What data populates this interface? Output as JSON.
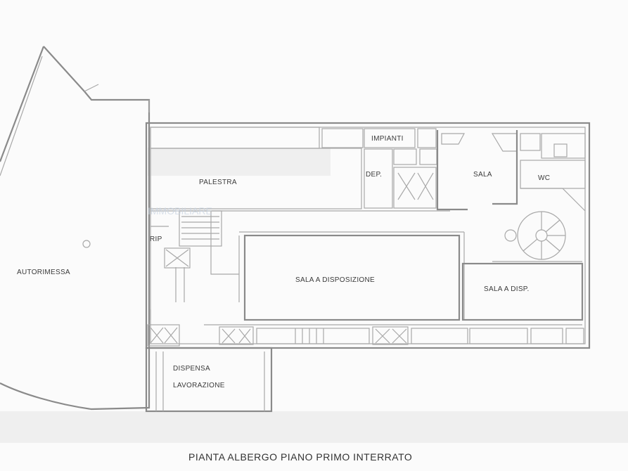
{
  "plan": {
    "title": "PIANTA ALBERGO PIANO PRIMO INTERRATO",
    "watermark": "IMMOBILIARE",
    "rooms": {
      "autorimessa": "AUTORIMESSA",
      "palestra": "PALESTRA",
      "impianti": "IMPIANTI",
      "dep": "DEP.",
      "sala": "SALA",
      "wc": "WC",
      "rip": "RIP",
      "sala_disposizione": "SALA A DISPOSIZIONE",
      "sala_disp": "SALA A DISP.",
      "dispensa": "DISPENSA",
      "lavorazione": "LAVORAZIONE"
    }
  },
  "colors": {
    "wall": "#8a8a8a",
    "text": "#3a3a3a",
    "background": "#fbfbfb"
  }
}
